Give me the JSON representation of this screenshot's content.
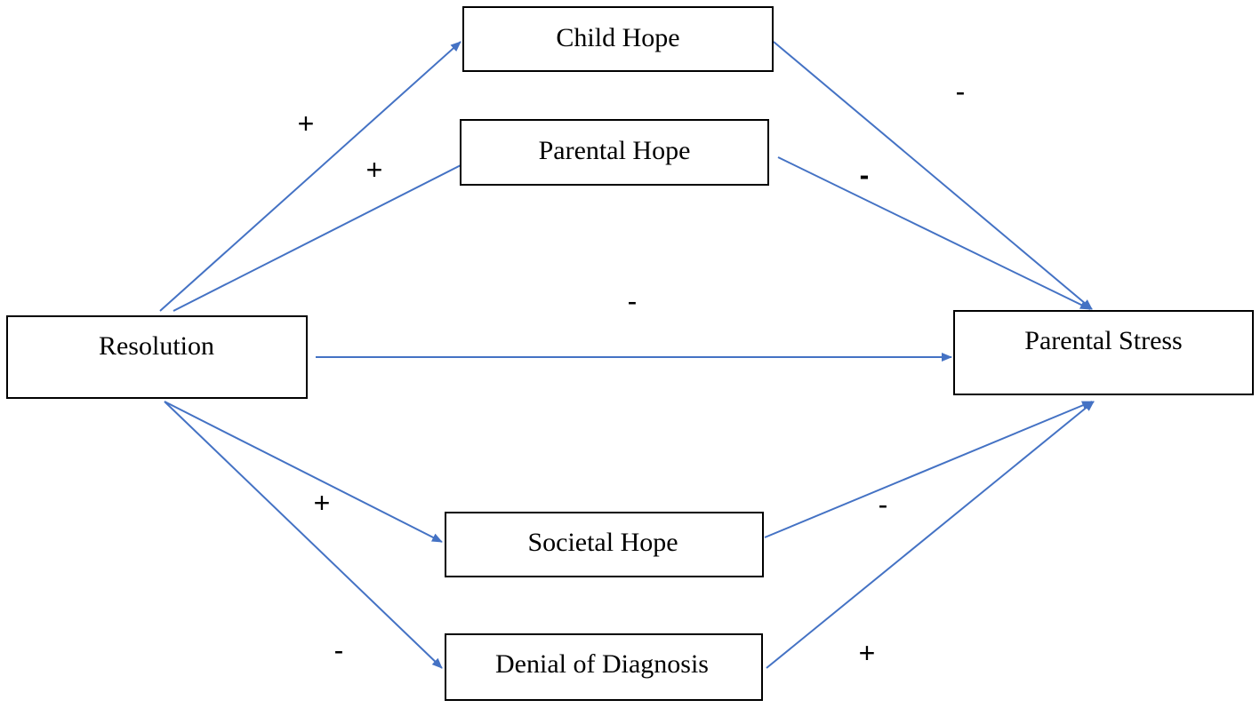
{
  "colors": {
    "arrow": "#4472c4",
    "box_border": "#000000",
    "text": "#000000",
    "background": "#ffffff"
  },
  "nodes": {
    "child_hope": "Child Hope",
    "parental_hope": "Parental Hope",
    "resolution": "Resolution",
    "parental_stress": "Parental Stress",
    "societal_hope": "Societal Hope",
    "denial_of_diagnosis": "Denial of Diagnosis"
  },
  "edges": [
    {
      "from": "Resolution",
      "to": "Child Hope",
      "sign": "+"
    },
    {
      "from": "Resolution",
      "to": "Parental Hope",
      "sign": "+"
    },
    {
      "from": "Resolution",
      "to": "Parental Stress",
      "sign": "-"
    },
    {
      "from": "Resolution",
      "to": "Societal Hope",
      "sign": "+"
    },
    {
      "from": "Resolution",
      "to": "Denial of Diagnosis",
      "sign": "-"
    },
    {
      "from": "Child Hope",
      "to": "Parental Stress",
      "sign": "-"
    },
    {
      "from": "Parental Hope",
      "to": "Parental Stress",
      "sign": "-"
    },
    {
      "from": "Societal Hope",
      "to": "Parental Stress",
      "sign": "-"
    },
    {
      "from": "Denial of Diagnosis",
      "to": "Parental Stress",
      "sign": "+"
    }
  ]
}
